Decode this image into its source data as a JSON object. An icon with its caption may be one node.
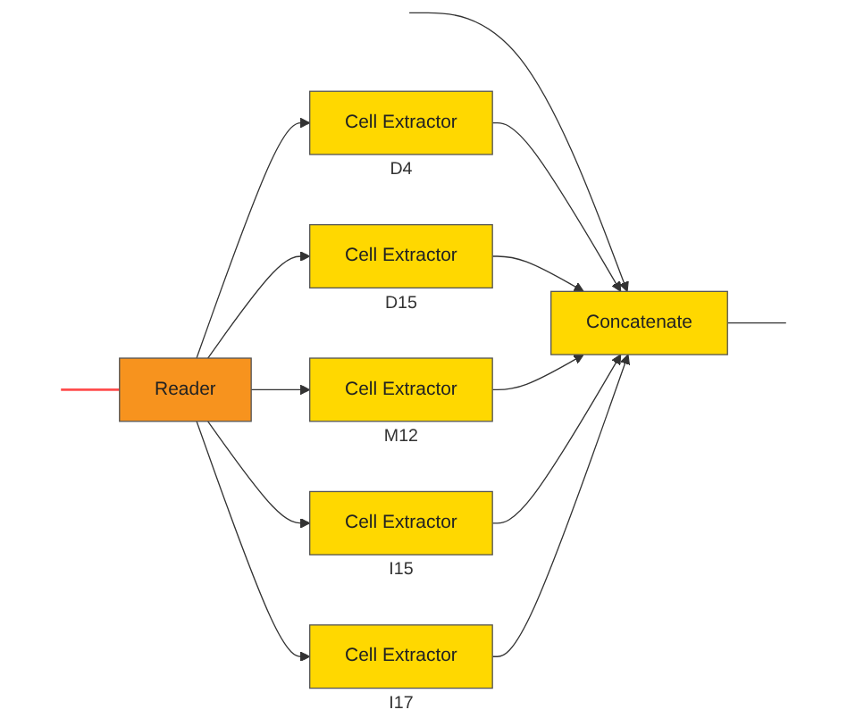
{
  "diagram": {
    "nodes": [
      {
        "text": [
          "Reader"
        ]
      },
      {
        "text": [
          "Cell Extractor"
        ],
        "beside": [
          "D4"
        ]
      },
      {
        "text": [
          "Cell Extractor"
        ],
        "beside": [
          "D15"
        ]
      },
      {
        "text": [
          "Cell Extractor"
        ],
        "beside": [
          "M12"
        ]
      },
      {
        "text": [
          "Cell Extractor"
        ],
        "beside": [
          "I15"
        ]
      },
      {
        "text": [
          "Cell Extractor"
        ],
        "beside": [
          "I17"
        ]
      },
      {
        "text": [
          "Concatenate"
        ]
      }
    ],
    "edges": [
      {
        "from": null,
        "to": 0,
        "arrow": "none",
        "color": "#ff4d4d"
      },
      {
        "from": 0,
        "to": 1,
        "arrow": "to"
      },
      {
        "from": 0,
        "to": 2,
        "arrow": "to"
      },
      {
        "from": 0,
        "to": 3,
        "arrow": "to"
      },
      {
        "from": 0,
        "to": 4,
        "arrow": "to"
      },
      {
        "from": 0,
        "to": 5,
        "arrow": "to"
      },
      {
        "from": null,
        "to": 6,
        "arrow": "to"
      },
      {
        "from": 1,
        "to": 6,
        "arrow": "to"
      },
      {
        "from": 2,
        "to": 6,
        "arrow": "to"
      },
      {
        "from": 3,
        "to": 6,
        "arrow": "to"
      },
      {
        "from": 4,
        "to": 6,
        "arrow": "to"
      },
      {
        "from": 5,
        "to": 6,
        "arrow": "to"
      },
      {
        "from": 6,
        "to": null,
        "arrow": "none"
      }
    ]
  }
}
